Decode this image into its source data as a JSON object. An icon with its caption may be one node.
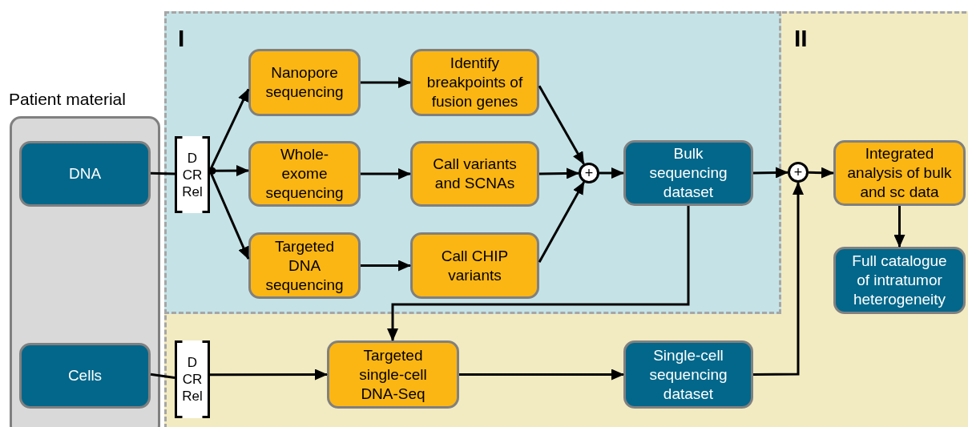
{
  "diagram": {
    "nodes": [
      {
        "text": [
          "Patient material"
        ]
      },
      {
        "text": [
          "DNA"
        ],
        "in": 0
      },
      {
        "text": [
          "Cells"
        ],
        "in": 0
      },
      {
        "text": [
          "II"
        ]
      },
      {
        "text": [
          "I"
        ],
        "in": 3
      },
      {
        "text": [
          "D CR Rel"
        ],
        "in": 4
      },
      {
        "text": [
          "Nanopore sequencing"
        ],
        "in": 4
      },
      {
        "text": [
          "Identify breakpoints of fusion genes"
        ],
        "in": 4
      },
      {
        "text": [
          "Whole-exome sequencing"
        ],
        "in": 4
      },
      {
        "text": [
          "Call variants and SCNAs"
        ],
        "in": 4
      },
      {
        "text": [
          "Targeted DNA sequencing"
        ],
        "in": 4
      },
      {
        "text": [
          "Call CHIP variants"
        ],
        "in": 4
      },
      {
        "text": [
          "+"
        ],
        "in": 4
      },
      {
        "text": [
          "Bulk sequencing dataset"
        ],
        "in": 4
      },
      {
        "text": [
          "+"
        ],
        "in": 3
      },
      {
        "text": [
          "Integrated analysis of bulk and sc data"
        ],
        "in": 3
      },
      {
        "text": [
          "Full catalogue of intratumor heterogeneity"
        ],
        "in": 3
      },
      {
        "text": [
          "D CR Rel"
        ],
        "in": 3
      },
      {
        "text": [
          "Targeted single-cell DNA-Seq"
        ],
        "in": 3
      },
      {
        "text": [
          "Single-cell sequencing dataset"
        ],
        "in": 3
      }
    ],
    "edges": [
      {
        "from": 1,
        "to": 5,
        "arrow": "none"
      },
      {
        "from": 5,
        "to": 6,
        "arrow": "to"
      },
      {
        "from": 5,
        "to": 8,
        "arrow": "to"
      },
      {
        "from": 5,
        "to": 10,
        "arrow": "to"
      },
      {
        "from": 6,
        "to": 7,
        "arrow": "to"
      },
      {
        "from": 8,
        "to": 9,
        "arrow": "to"
      },
      {
        "from": 10,
        "to": 11,
        "arrow": "to"
      },
      {
        "from": 7,
        "to": 12,
        "arrow": "to"
      },
      {
        "from": 9,
        "to": 12,
        "arrow": "to"
      },
      {
        "from": 11,
        "to": 12,
        "arrow": "to"
      },
      {
        "from": 12,
        "to": 13,
        "arrow": "to"
      },
      {
        "from": 13,
        "to": 14,
        "arrow": "to"
      },
      {
        "from": 14,
        "to": 15,
        "arrow": "to"
      },
      {
        "from": 15,
        "to": 16,
        "arrow": "to"
      },
      {
        "from": 13,
        "to": 18,
        "arrow": "to"
      },
      {
        "from": 2,
        "to": 17,
        "arrow": "none"
      },
      {
        "from": 17,
        "to": 18,
        "arrow": "to"
      },
      {
        "from": 18,
        "to": 19,
        "arrow": "to"
      },
      {
        "from": 19,
        "to": 14,
        "arrow": "to"
      }
    ]
  }
}
